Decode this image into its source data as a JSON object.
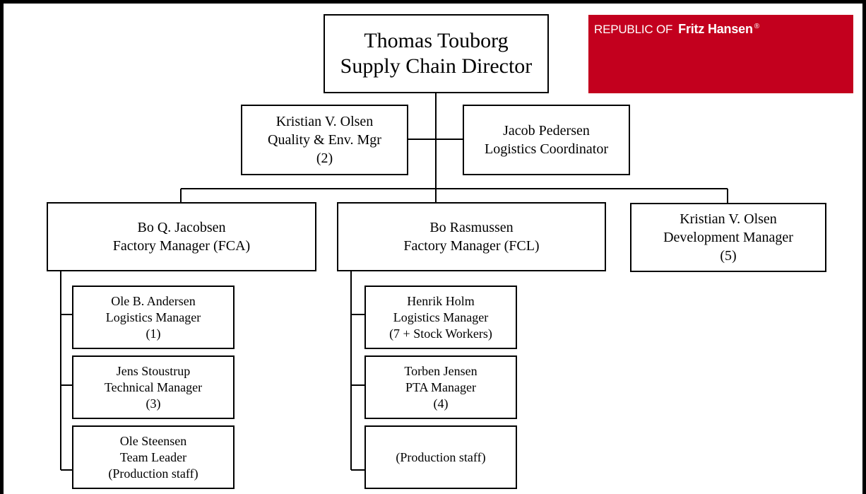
{
  "logo": {
    "prefix": "REPUBLIC OF",
    "brand": "Fritz Hansen",
    "mark": "®",
    "color": "#c3001e"
  },
  "org": {
    "director": {
      "lines": [
        "Thomas Touborg",
        "Supply Chain Director"
      ]
    },
    "quality": {
      "lines": [
        "Kristian V. Olsen",
        "Quality & Env. Mgr",
        "(2)"
      ]
    },
    "logistics_coord": {
      "lines": [
        "Jacob Pedersen",
        "Logistics Coordinator"
      ]
    },
    "fca": {
      "lines": [
        "Bo Q. Jacobsen",
        "Factory Manager (FCA)"
      ]
    },
    "fcl": {
      "lines": [
        "Bo Rasmussen",
        "Factory Manager (FCL)"
      ]
    },
    "dev": {
      "lines": [
        "Kristian V. Olsen",
        "Development Manager",
        "(5)"
      ]
    },
    "fca_logistics": {
      "lines": [
        "Ole B. Andersen",
        "Logistics Manager",
        "(1)"
      ]
    },
    "fca_technical": {
      "lines": [
        "Jens Stoustrup",
        "Technical Manager",
        "(3)"
      ]
    },
    "fca_team": {
      "lines": [
        "Ole Steensen",
        "Team Leader",
        "(Production staff)"
      ]
    },
    "fcl_logistics": {
      "lines": [
        "Henrik Holm",
        "Logistics Manager",
        "(7 + Stock Workers)"
      ]
    },
    "fcl_pta": {
      "lines": [
        "Torben Jensen",
        "PTA Manager",
        "(4)"
      ]
    },
    "fcl_production": {
      "lines": [
        "(Production staff)"
      ]
    }
  }
}
